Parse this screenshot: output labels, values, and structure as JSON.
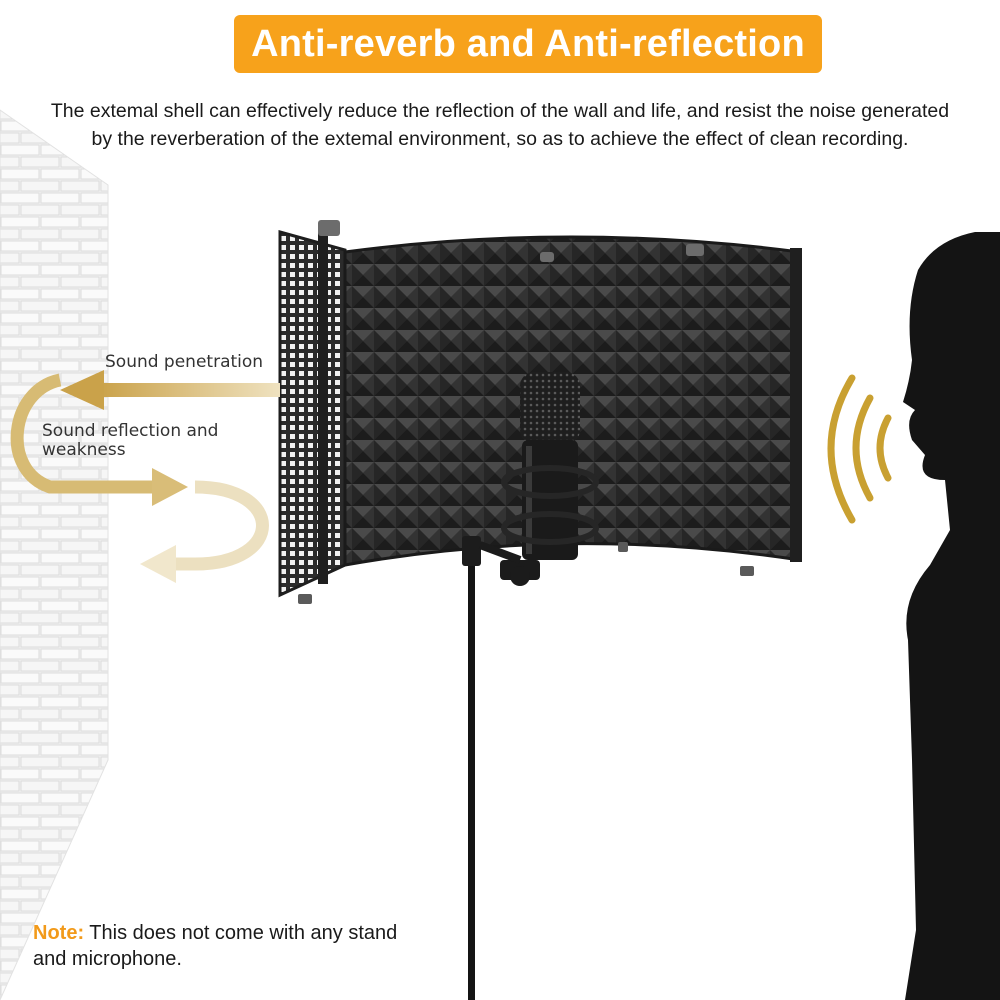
{
  "title": "Anti-reverb and Anti-reflection",
  "description": {
    "line1": "The extemal shell can effectively reduce the reflection of the wall and life, and resist the noise generated",
    "line2": "by the reverberation of the extemal environment, so as to achieve the effect of clean recording."
  },
  "labels": {
    "sound_penetration": "Sound penetration",
    "sound_reflection_line1": "Sound reflection and",
    "sound_reflection_line2": "weakness"
  },
  "note": {
    "heading": "Note:",
    "line1": " This does not come with any stand",
    "line2": "and microphone."
  },
  "colors": {
    "banner": "#f7a21b",
    "note_heading": "#f29a1a",
    "arrow_gold": "#c9a24a",
    "sound_wave": "#c9a031",
    "foam": "#2a2a2a",
    "silhouette": "#141414"
  }
}
